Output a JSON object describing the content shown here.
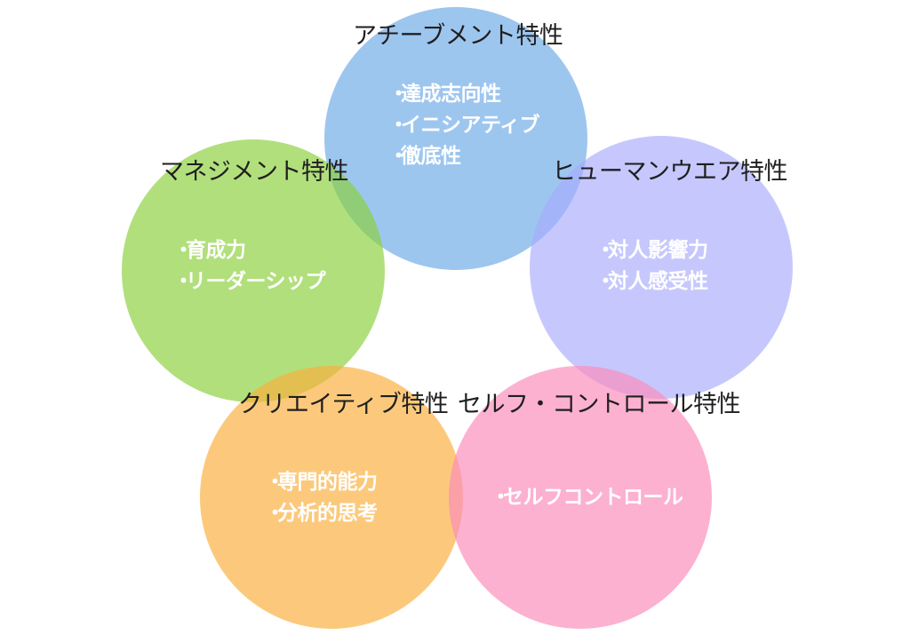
{
  "diagram": {
    "groups": [
      {
        "key": "achievement",
        "title": "アチーブメント特性",
        "color": "#6FABE8",
        "items": [
          "達成志向性",
          "イニシアティブ",
          "徹底性"
        ]
      },
      {
        "key": "management",
        "title": "マネジメント特性",
        "color": "#8CD03E",
        "items": [
          "育成力",
          "リーダーシップ"
        ]
      },
      {
        "key": "humanware",
        "title": "ヒューマンウエア特性",
        "color": "#A8AAFC",
        "items": [
          "対人影響力",
          "対人感受性"
        ]
      },
      {
        "key": "creative",
        "title": "クリエイティブ特性",
        "color": "#FBB03E",
        "items": [
          "専門的能力",
          "分析的思考"
        ]
      },
      {
        "key": "selfcontrol",
        "title": "セルフ・コントロール特性",
        "color": "#FA8CB9",
        "items": [
          "セルフコントロール"
        ]
      }
    ],
    "bullet": "・"
  }
}
